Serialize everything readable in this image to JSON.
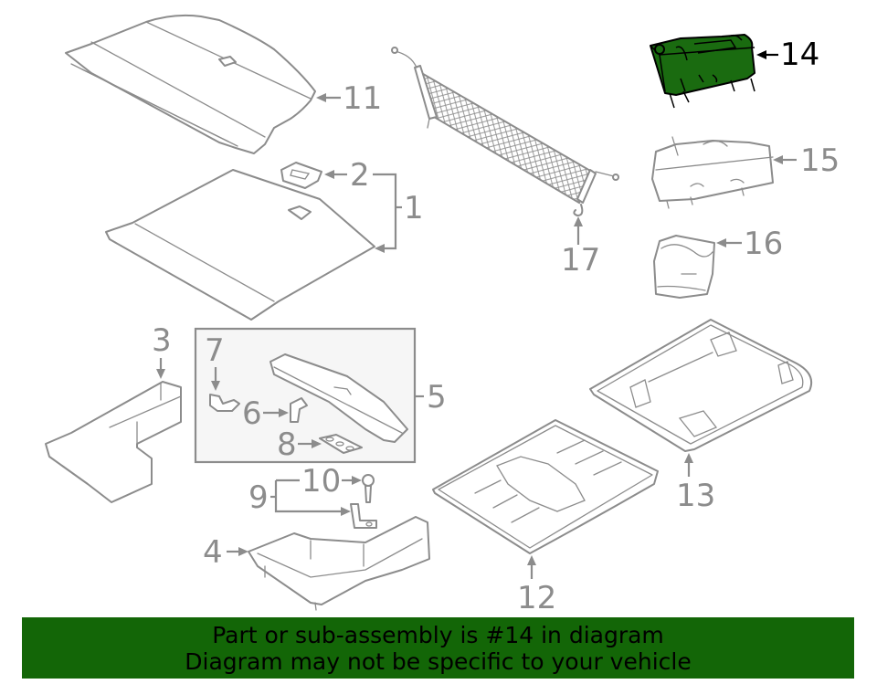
{
  "diagram": {
    "highlighted_part": "14",
    "colors": {
      "line_gray": "#8c8c8c",
      "highlight_green": "#1a6b10",
      "banner_green": "#136607",
      "banner_text": "#000000"
    },
    "callouts": {
      "c1": "1",
      "c2": "2",
      "c3": "3",
      "c4": "4",
      "c5": "5",
      "c6": "6",
      "c7": "7",
      "c8": "8",
      "c9": "9",
      "c10": "10",
      "c11": "11",
      "c12": "12",
      "c13": "13",
      "c14": "14",
      "c15": "15",
      "c16": "16",
      "c17": "17"
    }
  },
  "banner": {
    "line1": "Part or sub-assembly is #14 in diagram",
    "line2": "Diagram may not be specific to your vehicle"
  }
}
